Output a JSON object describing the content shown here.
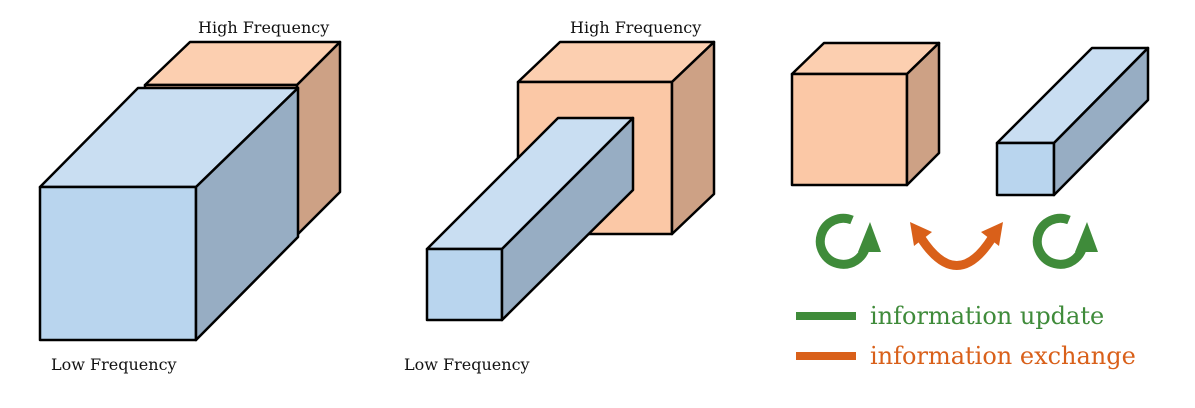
{
  "panel1": {
    "high_label": "High Frequency",
    "low_label": "Low Frequency"
  },
  "panel2": {
    "high_label": "High Frequency",
    "low_label": "Low Frequency"
  },
  "legend": {
    "update": {
      "label": "information update",
      "color": "#3f8b3a"
    },
    "exchange": {
      "label": "information exchange",
      "color": "#d9601a"
    }
  },
  "colors": {
    "blue_front": "#b9d5ee",
    "blue_top": "#c9def2",
    "blue_side": "#97adc3",
    "orange_front": "#fbc8a6",
    "orange_top": "#fccfb0",
    "orange_side": "#cda185",
    "stroke": "#000000"
  }
}
